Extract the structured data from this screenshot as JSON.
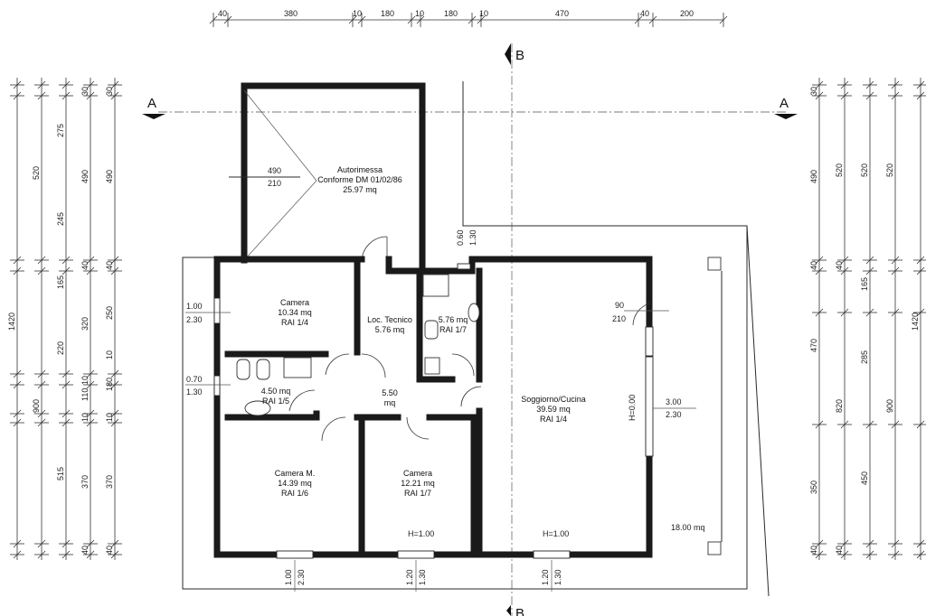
{
  "section_markers": {
    "a": "A",
    "b": "B"
  },
  "dims": {
    "top": [
      "40",
      "380",
      "10",
      "180",
      "10",
      "180",
      "10",
      "470",
      "40",
      "200"
    ],
    "left_outer": {
      "total": "1420"
    },
    "left_c1": [
      "520",
      "900"
    ],
    "left_c2": [
      "275",
      "245",
      "165",
      "220",
      "515"
    ],
    "left_c3": [
      "30",
      "490",
      "40",
      "320",
      "10",
      "110",
      "10",
      "370",
      "40"
    ],
    "left_c4": [
      "30",
      "490",
      "40",
      "250",
      "10",
      "180",
      "10",
      "370",
      "40"
    ],
    "right_c1": [
      "30",
      "490",
      "40",
      "470",
      "350",
      "40"
    ],
    "right_c2": [
      "520",
      "40",
      "820",
      "40"
    ],
    "right_c3": [
      "520",
      "165",
      "285",
      "450"
    ],
    "right_c4": [
      "520",
      "900"
    ],
    "right_outer": {
      "total": "1420"
    }
  },
  "openings": {
    "garage": {
      "w": "490",
      "h": "210"
    },
    "cam1_win": {
      "w": "1.00",
      "h": "2.30"
    },
    "bath_win": {
      "w": "0.70",
      "h": "1.30"
    },
    "top_win": {
      "w": "0.60",
      "h": "1.30"
    },
    "soggiorno_door": {
      "w": "90",
      "h": "210"
    },
    "soggiorno_win": {
      "w": "3.00",
      "h": "2.30",
      "sill": "H=0.00"
    },
    "bottom_win1": {
      "w": "1.00",
      "h": "2.30"
    },
    "bottom_win2": {
      "w": "1.20",
      "h": "1.30",
      "sill": "H=1.00"
    },
    "bottom_win3": {
      "w": "1.20",
      "h": "1.30",
      "sill": "H=1.00"
    }
  },
  "rooms": {
    "autorimessa": {
      "name": "Autorimessa",
      "note": "Conforme DM 01/02/86",
      "area": "25.97 mq"
    },
    "camera1": {
      "name": "Camera",
      "area": "10.34 mq",
      "rai": "RAI 1/4"
    },
    "loc_tecnico": {
      "name": "Loc. Tecnico",
      "area": "5.76 mq"
    },
    "bagno1": {
      "area": "5.76 mq",
      "rai": "RAI 1/7"
    },
    "bagno2": {
      "area": "4.50 mq",
      "rai": "RAI 1/5"
    },
    "disimpegno": {
      "area": "5.50",
      "unit": "mq"
    },
    "soggiorno": {
      "name": "Soggiorno/Cucina",
      "area": "39.59 mq",
      "rai": "RAI 1/4"
    },
    "camera_m": {
      "name": "Camera M.",
      "area": "14.39 mq",
      "rai": "RAI 1/6"
    },
    "camera2": {
      "name": "Camera",
      "area": "12.21 mq",
      "rai": "RAI 1/7"
    },
    "portico": {
      "area": "18.00 mq"
    }
  }
}
